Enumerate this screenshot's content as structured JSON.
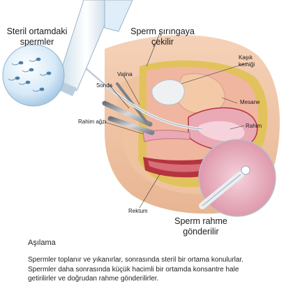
{
  "labels": {
    "steril_ortam": [
      "Steril ortamdaki",
      "spermler"
    ],
    "sperm_syringe": [
      "Sperm şırıngaya",
      "çekilir"
    ],
    "kasik_kemigi": [
      "Kaşık",
      "kemiği"
    ],
    "vajina": "Vajina",
    "sonda": "Sonda",
    "mesane": "Mesane",
    "rahim_agzi": "Rahim ağzı",
    "rahim": "Rahim",
    "rektum": "Rektum",
    "sperm_rahme": [
      "Sperm rahme",
      "gönderilir"
    ]
  },
  "caption": {
    "title": "Aşılama",
    "lines": [
      "Spermler toplanır ve yıkanırlar, sonrasında steril bir ortama konulurlar.",
      "Spermler daha sonrasında küçük hacimli bir ortamda konsantre hale",
      "getirilirler ve doğrudan rahme gönderilirler."
    ]
  },
  "colors": {
    "skin": "#f2c6a6",
    "skin_shadow": "#dba07c",
    "tissue_pink": "#e9a9b5",
    "uterus_dark": "#b5343f",
    "fat_yellow": "#e2c25c",
    "bone": "#eef0f2",
    "sperm_bubble": "#cfe4f5",
    "glass": "#dfeef8"
  }
}
